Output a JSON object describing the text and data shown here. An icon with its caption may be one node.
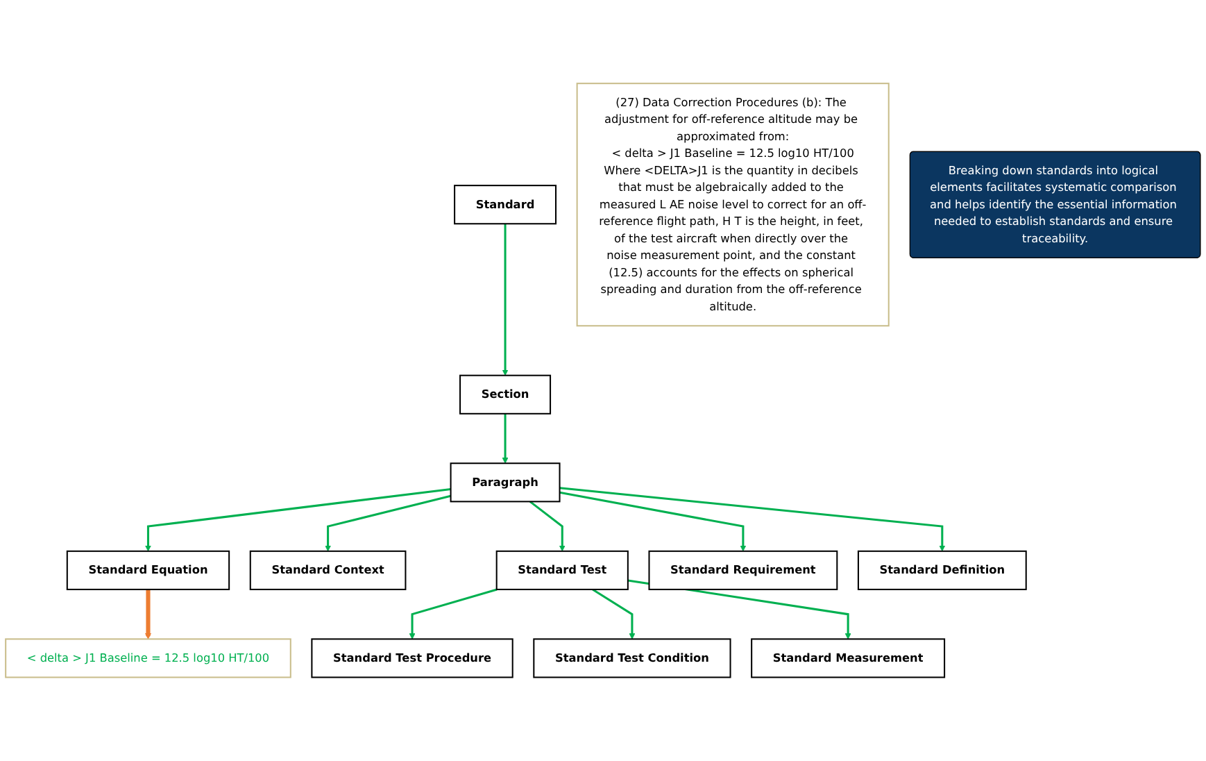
{
  "diagram": {
    "nodes": [
      {
        "text": [
          "Standard"
        ]
      },
      {
        "text": [
          "(27) Data Correction Procedures (b): The adjustment for off-reference altitude may be approximated from:",
          "< delta > J1 Baseline = 12.5 log10 HT/100",
          "Where <DELTA>J1 is the quantity in decibels that must be algebraically added to the measured L AE noise level to correct for an off-reference flight path, H T is the height, in feet, of the test aircraft when directly over the noise measurement point, and the constant (12.5) accounts for the effects on spherical spreading and duration from the off-reference altitude."
        ]
      },
      {
        "text": [
          "Section"
        ]
      },
      {
        "text": [
          "Paragraph"
        ]
      },
      {
        "text": [
          "Standard Equation"
        ]
      },
      {
        "text": [
          "< delta > J1 Baseline = 12.5 log10 HT/100"
        ]
      },
      {
        "text": [
          "Standard Context"
        ]
      },
      {
        "text": [
          "Standard Test"
        ]
      },
      {
        "text": [
          "Standard Requirement"
        ]
      },
      {
        "text": [
          "Standard Definition"
        ]
      },
      {
        "text": [
          "Breaking down standards into logical elements facilitates systematic comparison and helps identify the essential information needed to establish standards and ensure traceability."
        ]
      },
      {
        "text": [
          "Standard Test Procedure"
        ]
      },
      {
        "text": [
          "Standard Test Condition"
        ]
      },
      {
        "text": [
          "Standard Measurement"
        ]
      }
    ],
    "edges": [
      {
        "from": 0,
        "to": 2,
        "arrow": "to"
      },
      {
        "from": 2,
        "to": 3,
        "arrow": "to"
      },
      {
        "from": 3,
        "to": 4,
        "arrow": "to"
      },
      {
        "from": 4,
        "to": 5,
        "arrow": "to",
        "style": "thick",
        "color": "#ed7d31"
      },
      {
        "from": 3,
        "to": 6,
        "arrow": "to"
      },
      {
        "from": 3,
        "to": 7,
        "arrow": "to"
      },
      {
        "from": 3,
        "to": 8,
        "arrow": "to"
      },
      {
        "from": 3,
        "to": 9,
        "arrow": "to"
      },
      {
        "from": 7,
        "to": 11,
        "arrow": "to"
      },
      {
        "from": 7,
        "to": 12,
        "arrow": "to"
      },
      {
        "from": 7,
        "to": 13,
        "arrow": "to"
      }
    ]
  }
}
